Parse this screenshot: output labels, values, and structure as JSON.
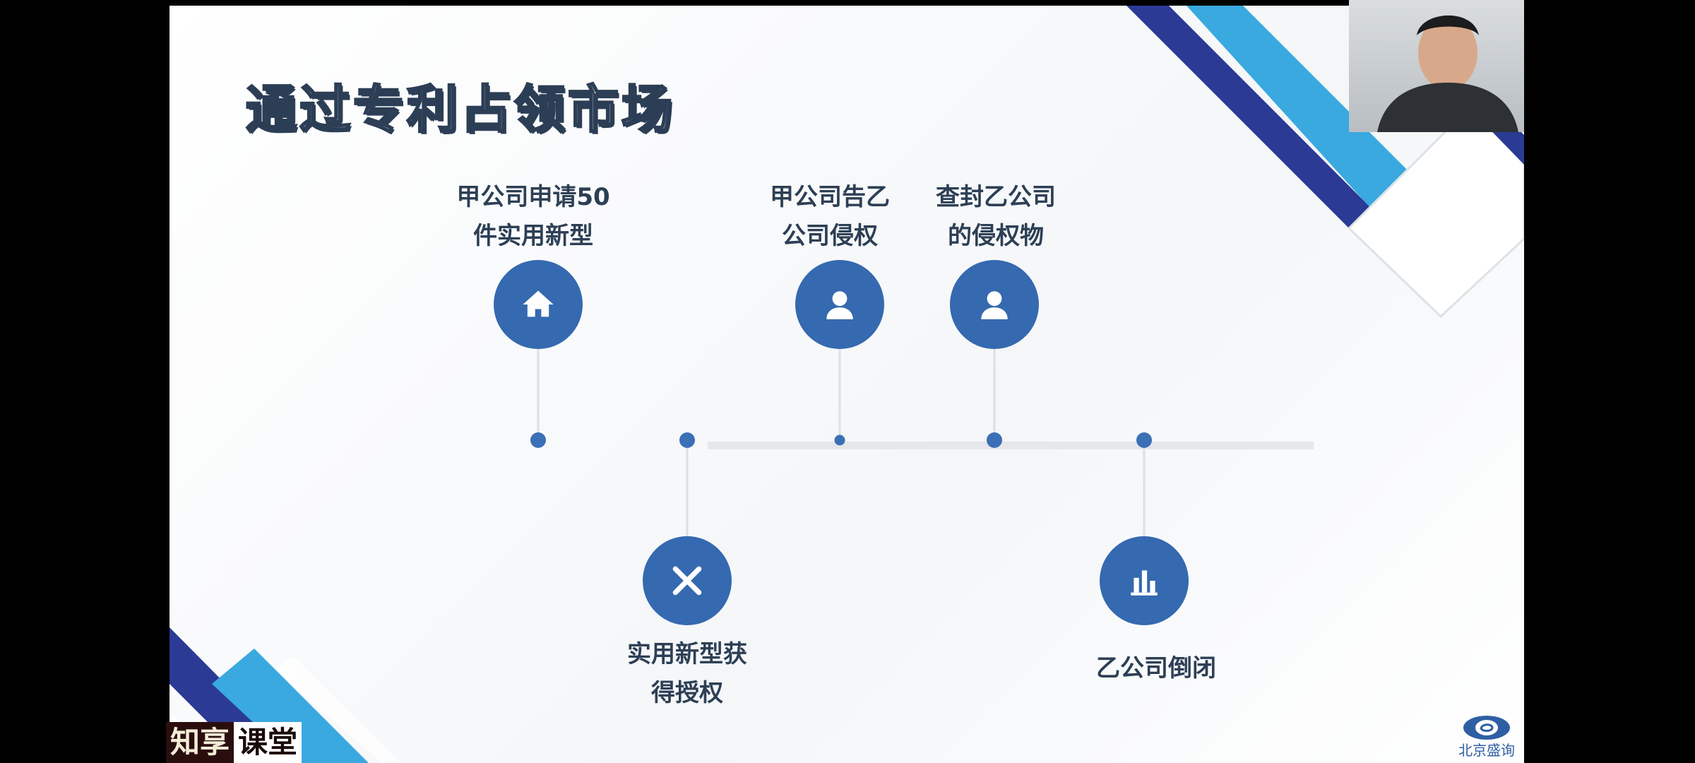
{
  "slide": {
    "title": "通过专利占领市场",
    "events_top": [
      {
        "line1": "甲公司申请50",
        "line2": "件实用新型",
        "icon": "home-icon"
      },
      {
        "line1": "甲公司告乙",
        "line2": "公司侵权",
        "icon": "user-icon"
      },
      {
        "line1": "查封乙公司",
        "line2": "的侵权物",
        "icon": "user-icon"
      }
    ],
    "events_bottom": [
      {
        "line1": "实用新型获",
        "line2": "得授权",
        "icon": "tools-icon"
      },
      {
        "line1": "乙公司倒闭",
        "icon": "bar-chart-icon"
      }
    ],
    "accent_color": "#3569b0"
  },
  "watermark": {
    "part1": "知享",
    "part2": "课堂"
  },
  "corp_logo": {
    "text": "北京盛询"
  }
}
